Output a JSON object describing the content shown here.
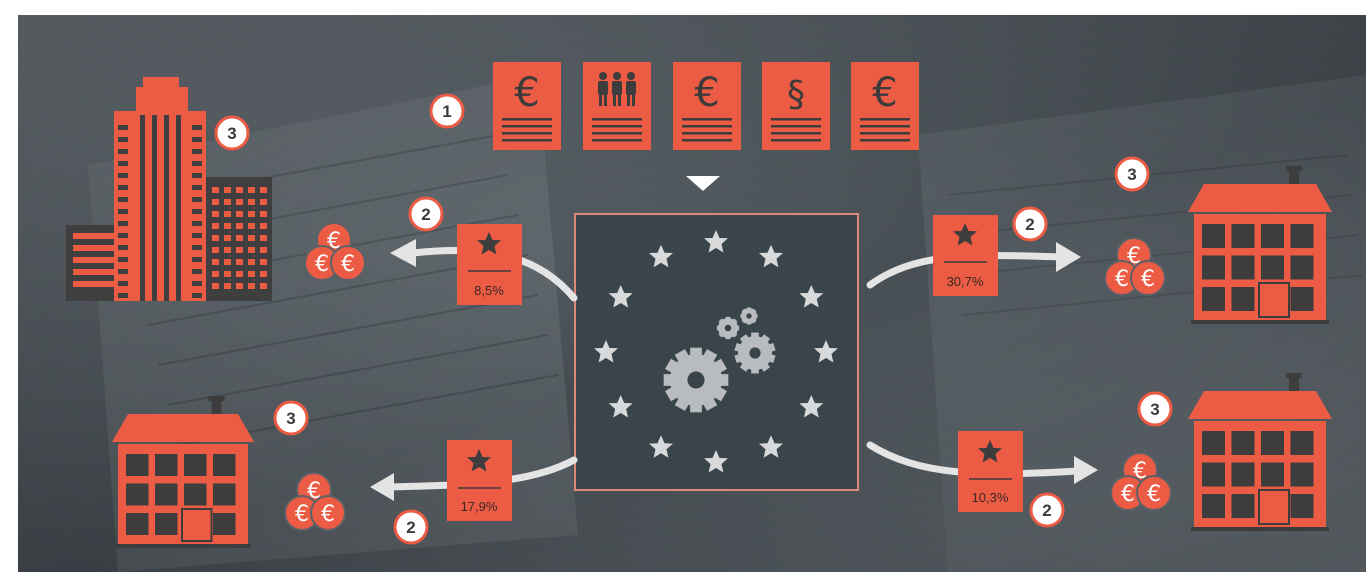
{
  "colors": {
    "accent": "#ec5b43",
    "dark": "#3d3d3d",
    "panel": "#39434a",
    "gear": "#b9bcbe",
    "arrow": "#e4e4e4"
  },
  "documents": [
    {
      "icon": "euro-icon",
      "symbol": "€"
    },
    {
      "icon": "people-icon",
      "symbol": ""
    },
    {
      "icon": "euro-icon",
      "symbol": "€"
    },
    {
      "icon": "paragraph-icon",
      "symbol": "§"
    },
    {
      "icon": "euro-icon",
      "symbol": "€"
    }
  ],
  "step_numbers": {
    "documents": "1",
    "flow_top_left": "2",
    "flow_top_right": "2",
    "flow_bottom_left": "2",
    "flow_bottom_right": "2",
    "building_top_left": "3",
    "building_top_right": "3",
    "building_bottom_left": "3",
    "building_bottom_right": "3"
  },
  "rates": {
    "top_left": "8,5%",
    "top_right": "30,7%",
    "bottom_left": "17,9%",
    "bottom_right": "10,3%"
  },
  "coin_symbol": "€",
  "center": {
    "icon": "eu-gears-icon",
    "star_count": 12
  }
}
